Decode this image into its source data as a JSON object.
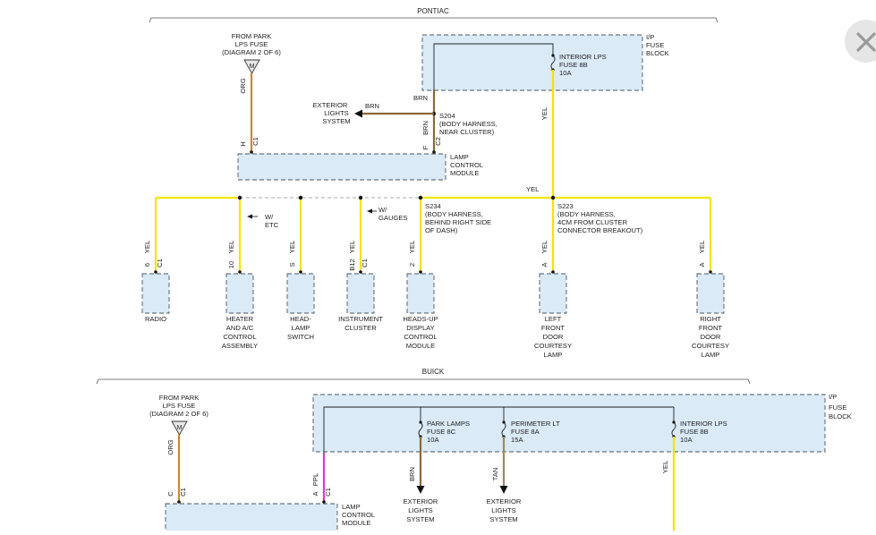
{
  "pontiac": {
    "title": "PONTIAC",
    "from_park": [
      "FROM PARK",
      "LPS FUSE",
      "(DIAGRAM 2 OF 6)"
    ],
    "connector_m": "M",
    "org": "ORG",
    "pin_h": "H",
    "pin_c1": "C1",
    "fuse_block": [
      "I/P",
      "FUSE",
      "BLOCK"
    ],
    "interior_fuse": [
      "INTERIOR LPS",
      "FUSE 8B",
      "10A"
    ],
    "brn": "BRN",
    "yel": "YEL",
    "exterior": [
      "EXTERIOR",
      "LIGHTS",
      "SYSTEM"
    ],
    "s204": [
      "S204",
      "(BODY HARNESS,",
      "NEAR CLUSTER)"
    ],
    "pin_f": "F",
    "pin_c2": "C2",
    "lamp_module": [
      "LAMP",
      "CONTROL",
      "MODULE"
    ],
    "w_etc": [
      "W/",
      "ETC"
    ],
    "w_gauges": [
      "W/",
      "GAUGES"
    ],
    "s234": [
      "S234",
      "(BODY HARNESS,",
      "BEHIND RIGHT SIDE",
      "OF DASH)"
    ],
    "s223": [
      "S223",
      "(BODY HARNESS,",
      "4CM FROM CLUSTER",
      "CONNECTOR BREAKOUT)"
    ],
    "components": [
      {
        "pin": "6",
        "conn": "C1",
        "label": [
          "RADIO"
        ]
      },
      {
        "pin": "10",
        "conn": "",
        "label": [
          "HEATER",
          "AND A/C",
          "CONTROL",
          "ASSEMBLY"
        ]
      },
      {
        "pin": "S",
        "conn": "",
        "label": [
          "HEAD-",
          "LAMP",
          "SWITCH"
        ]
      },
      {
        "pin": "B12",
        "conn": "C1",
        "label": [
          "INSTRUMENT",
          "CLUSTER"
        ]
      },
      {
        "pin": "2",
        "conn": "",
        "label": [
          "HEADS-UP",
          "DISPLAY",
          "CONTROL",
          "MODULE"
        ]
      },
      {
        "pin": "A",
        "conn": "",
        "label": [
          "LEFT",
          "FRONT",
          "DOOR",
          "COURTESY",
          "LAMP"
        ]
      },
      {
        "pin": "A",
        "conn": "",
        "label": [
          "RIGHT",
          "FRONT",
          "DOOR",
          "COURTESY",
          "LAMP"
        ]
      }
    ]
  },
  "buick": {
    "title": "BUICK",
    "from_park": [
      "FROM PARK",
      "LPS FUSE",
      "(DIAGRAM 2 OF 6)"
    ],
    "connector_m": "M",
    "org": "ORG",
    "pin_c": "C",
    "pin_c1": "C1",
    "pin_a": "A",
    "ppl": "PPL",
    "pin_c1b": "C1",
    "fuse_block": [
      "I/P",
      "FUSE",
      "BLOCK"
    ],
    "park_fuse": [
      "PARK LAMPS",
      "FUSE 8C",
      "10A"
    ],
    "perimeter_fuse": [
      "PERIMETER LT",
      "FUSE 8A",
      "15A"
    ],
    "interior_fuse": [
      "INTERIOR LPS",
      "FUSE 8B",
      "10A"
    ],
    "brn": "BRN",
    "tan": "TAN",
    "yel": "YEL",
    "exterior1": [
      "EXTERIOR",
      "LIGHTS",
      "SYSTEM"
    ],
    "exterior2": [
      "EXTERIOR",
      "LIGHTS",
      "SYSTEM"
    ],
    "lamp_module": [
      "LAMP",
      "CONTROL",
      "MODULE"
    ]
  },
  "colors": {
    "yel": "#f2e500",
    "org": "#c9892d",
    "brn": "#8a6a34",
    "tan": "#9c8a5e",
    "ppl": "#d23fd0",
    "box": "#daeaf7"
  },
  "icons": {
    "close": "close-icon"
  }
}
